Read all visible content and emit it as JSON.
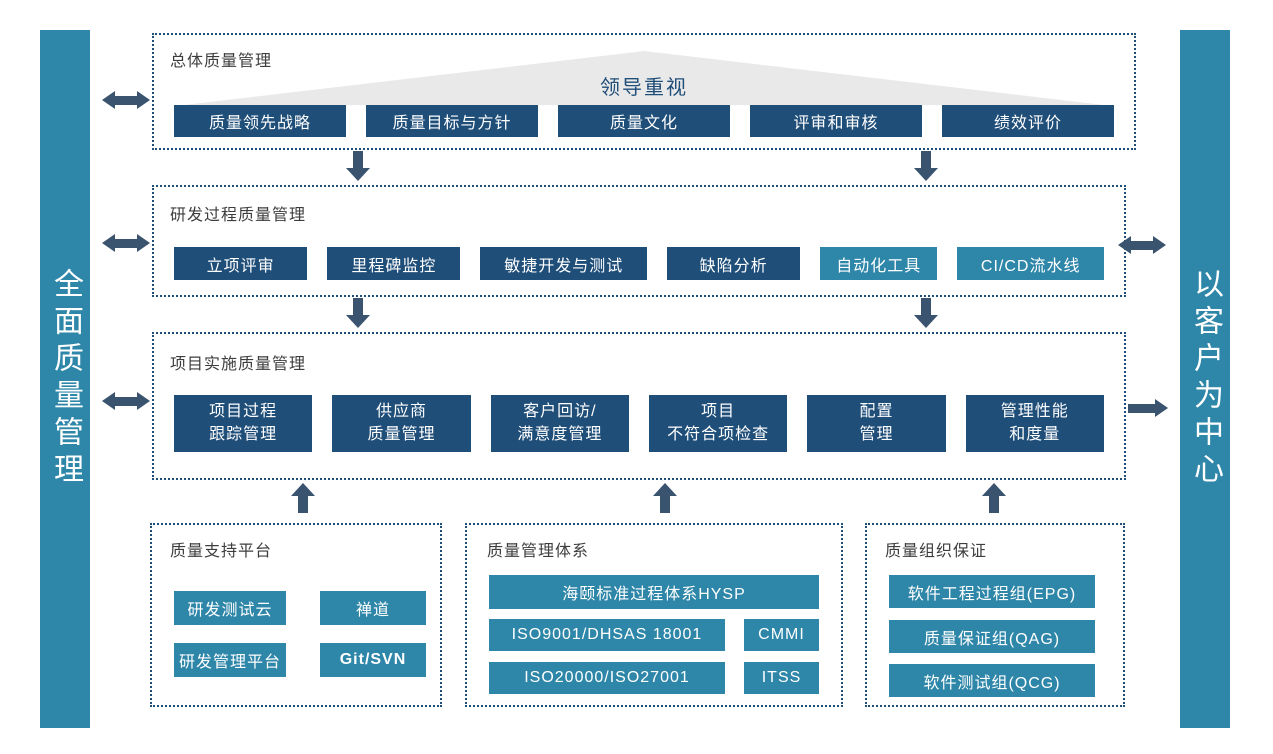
{
  "sidebars": {
    "left": {
      "label": "全面质量管理"
    },
    "right": {
      "label": "以客户为中心"
    }
  },
  "top_box": {
    "title": "总体质量管理",
    "banner": "领导重视",
    "buttons": [
      "质量领先战略",
      "质量目标与方针",
      "质量文化",
      "评审和审核",
      "绩效评价"
    ]
  },
  "process_box": {
    "title": "研发过程质量管理",
    "buttons": [
      {
        "label": "立项评审",
        "style": "navy"
      },
      {
        "label": "里程碑监控",
        "style": "navy"
      },
      {
        "label": "敏捷开发与测试",
        "style": "navy"
      },
      {
        "label": "缺陷分析",
        "style": "navy"
      },
      {
        "label": "自动化工具",
        "style": "teal"
      },
      {
        "label": "CI/CD流水线",
        "style": "teal"
      }
    ]
  },
  "project_box": {
    "title": "项目实施质量管理",
    "buttons": [
      "项目过程\n跟踪管理",
      "供应商\n质量管理",
      "客户回访/\n满意度管理",
      "项目\n不符合项检查",
      "配置\n管理",
      "管理性能\n和度量"
    ]
  },
  "bottom_boxes": [
    {
      "title": "质量支持平台",
      "buttons": [
        "研发测试云",
        "禅道",
        "研发管理平台",
        "Git/SVN"
      ]
    },
    {
      "title": "质量管理体系",
      "buttons": [
        "海颐标准过程体系HYSP",
        "ISO9001/DHSAS 18001",
        "CMMI",
        "ISO20000/ISO27001",
        "ITSS"
      ]
    },
    {
      "title": "质量组织保证",
      "buttons": [
        "软件工程过程组(EPG)",
        "质量保证组(QAG)",
        "软件测试组(QCG)"
      ]
    }
  ],
  "icons": {
    "down-arrow-icon": "solid block arrow pointing down (CSS shape)",
    "up-arrow-icon": "solid block arrow pointing up (CSS shape)",
    "bidirectional-arrow-icon": "solid double-headed horizontal arrow (CSS shape)",
    "right-arrow-icon": "solid block arrow pointing right (CSS shape)"
  },
  "colors": {
    "navy_node": "#1F4E79",
    "teal_node": "#2E86A8",
    "arrow": "#3A536E",
    "dotted_border": "#1F4E79",
    "triangle_fill": "#E9E9E9",
    "title_text": "#3D3D3D",
    "background": "#FFFFFF"
  }
}
